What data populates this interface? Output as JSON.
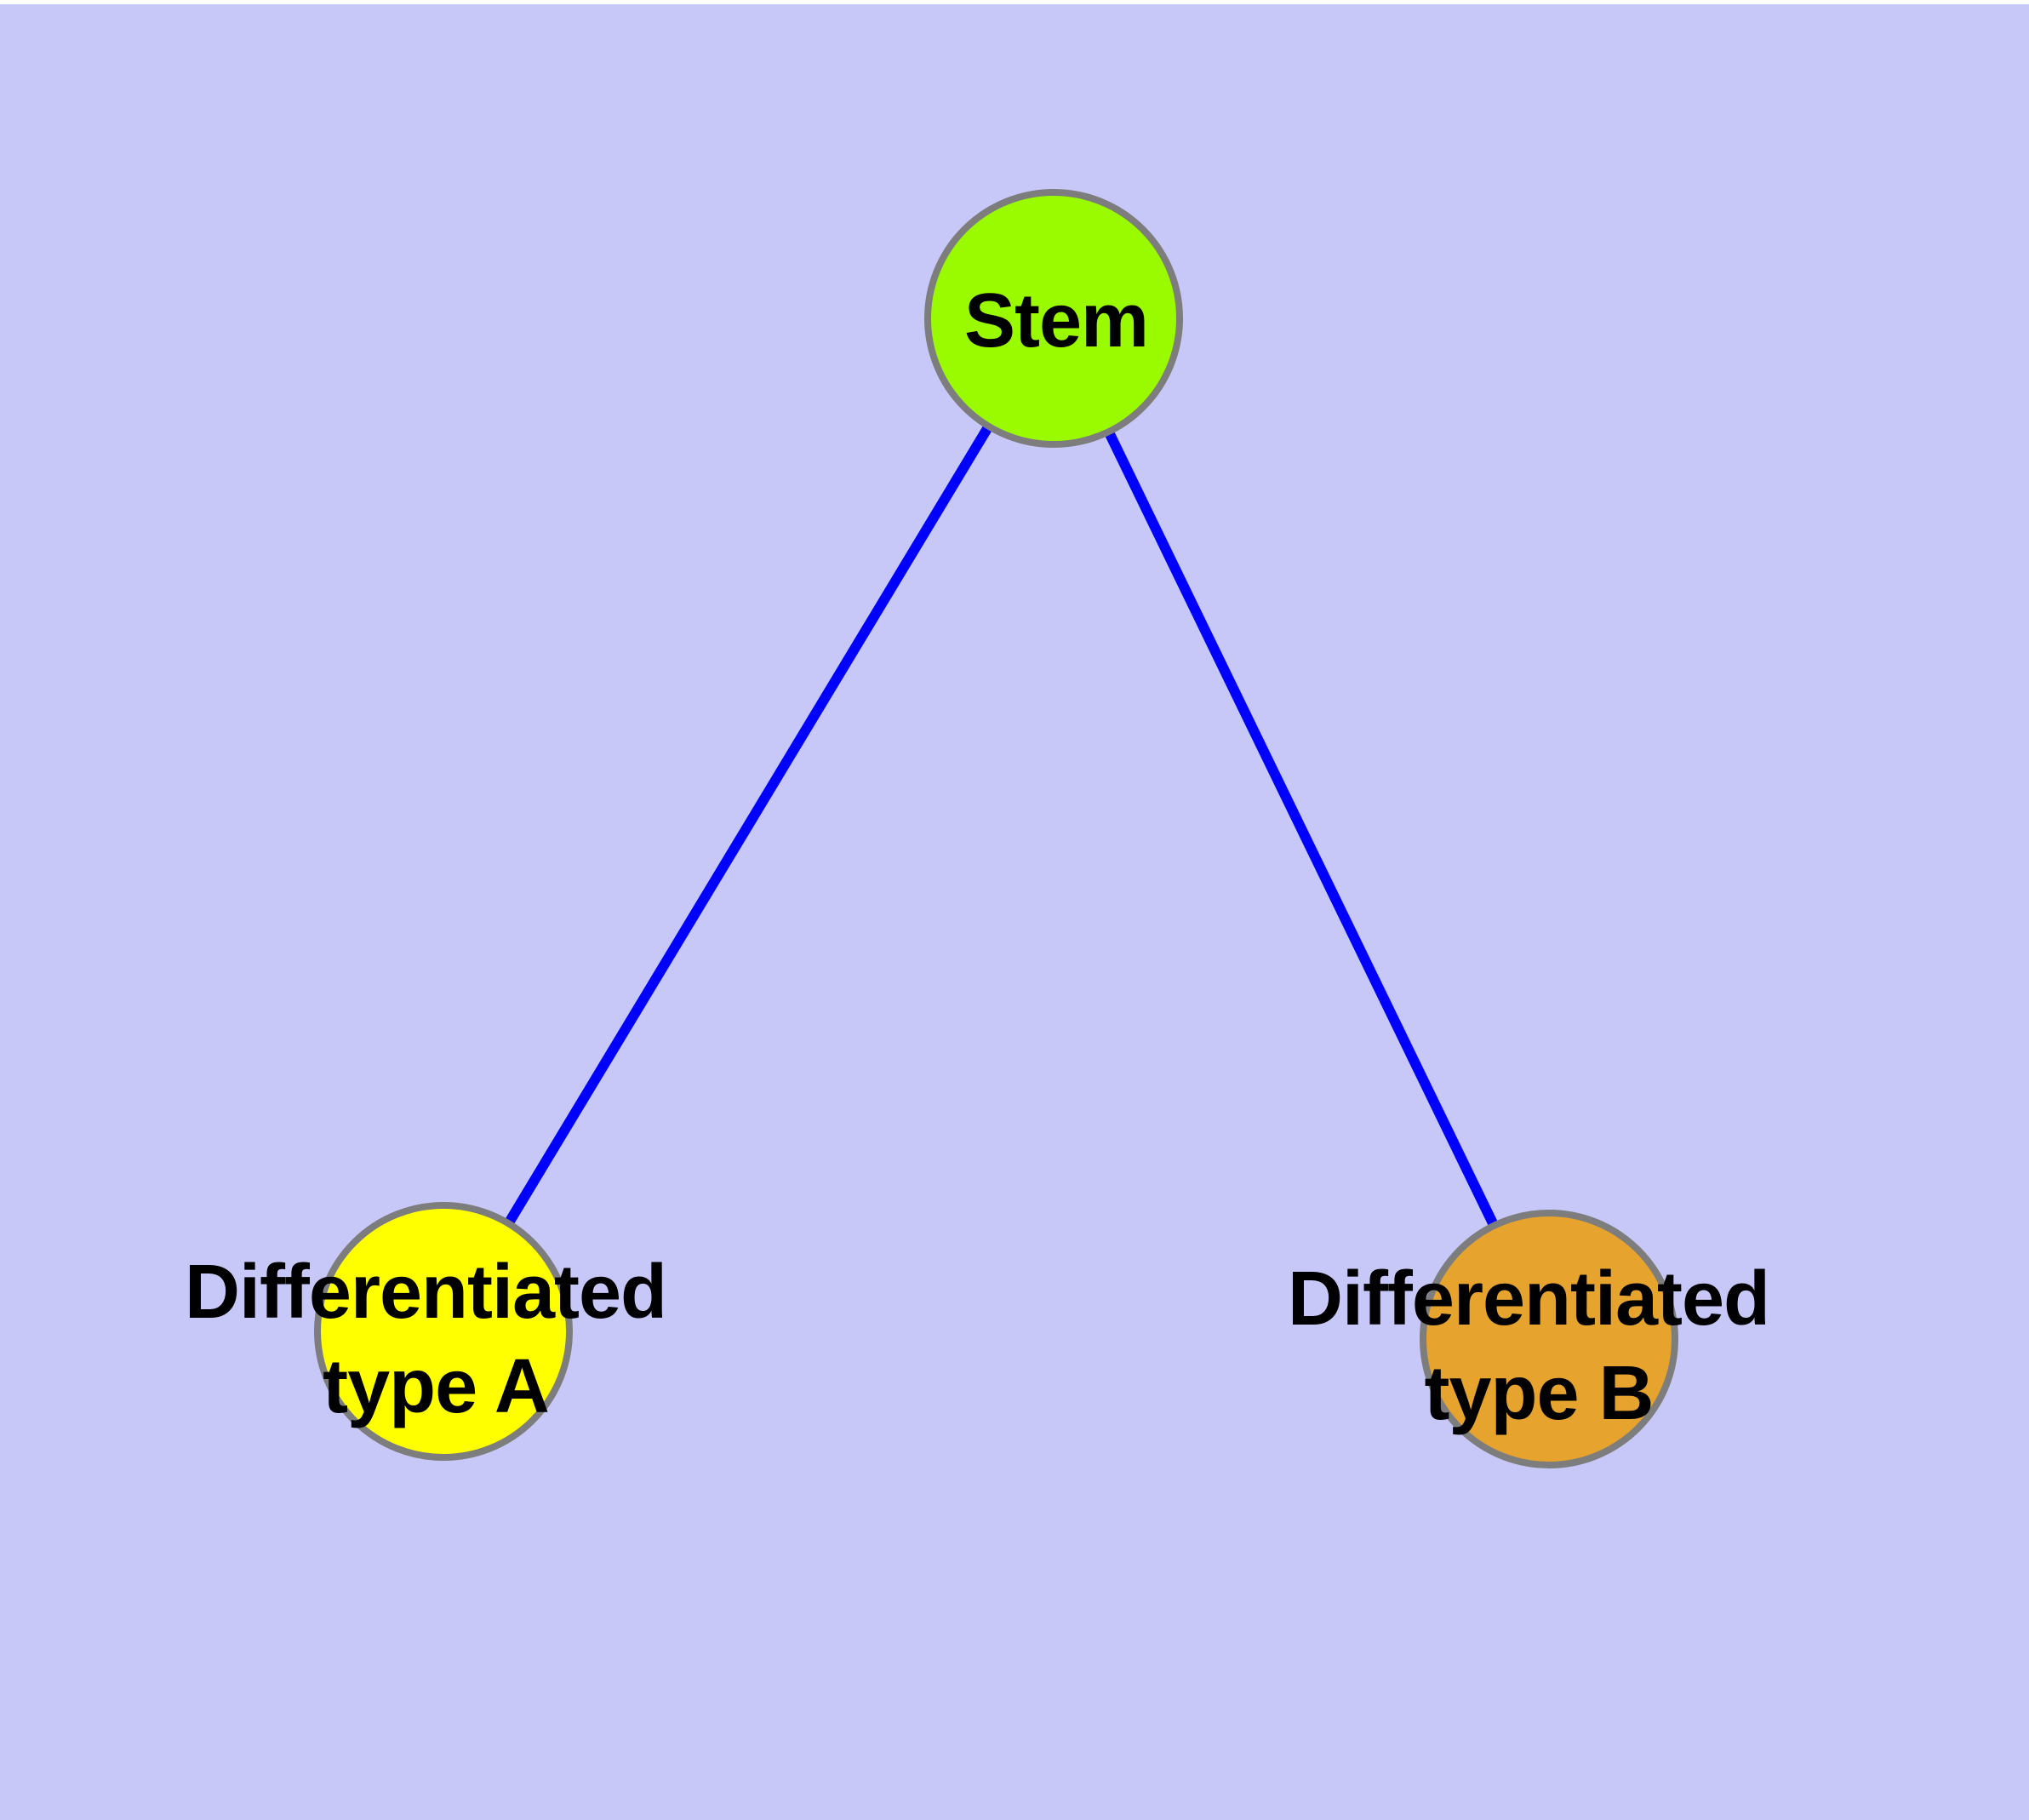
{
  "diagram": {
    "type": "graph",
    "colors": {
      "background": "#C8C8F8",
      "page_margin": "#FFFFFF",
      "edge": "#0000FF",
      "node_border": "#7D7D7D",
      "label_text": "#000000",
      "stem_fill": "#9AFA00",
      "type_a_fill": "#FFFF00",
      "type_b_fill": "#E6A32D"
    },
    "nodes": [
      {
        "id": "stem",
        "label": "Stem",
        "line1": "Stem",
        "line2": "",
        "fill": "#9AFA00"
      },
      {
        "id": "type-a",
        "label": "Differentiated type A",
        "line1": "Differentiated",
        "line2": "type A",
        "fill": "#FFFF00"
      },
      {
        "id": "type-b",
        "label": "Differentiated type B",
        "line1": "Differentiated",
        "line2": "type B",
        "fill": "#E6A32D"
      }
    ],
    "edges": [
      {
        "from": "Stem",
        "to": "Differentiated type A"
      },
      {
        "from": "Stem",
        "to": "Differentiated type B"
      }
    ]
  }
}
